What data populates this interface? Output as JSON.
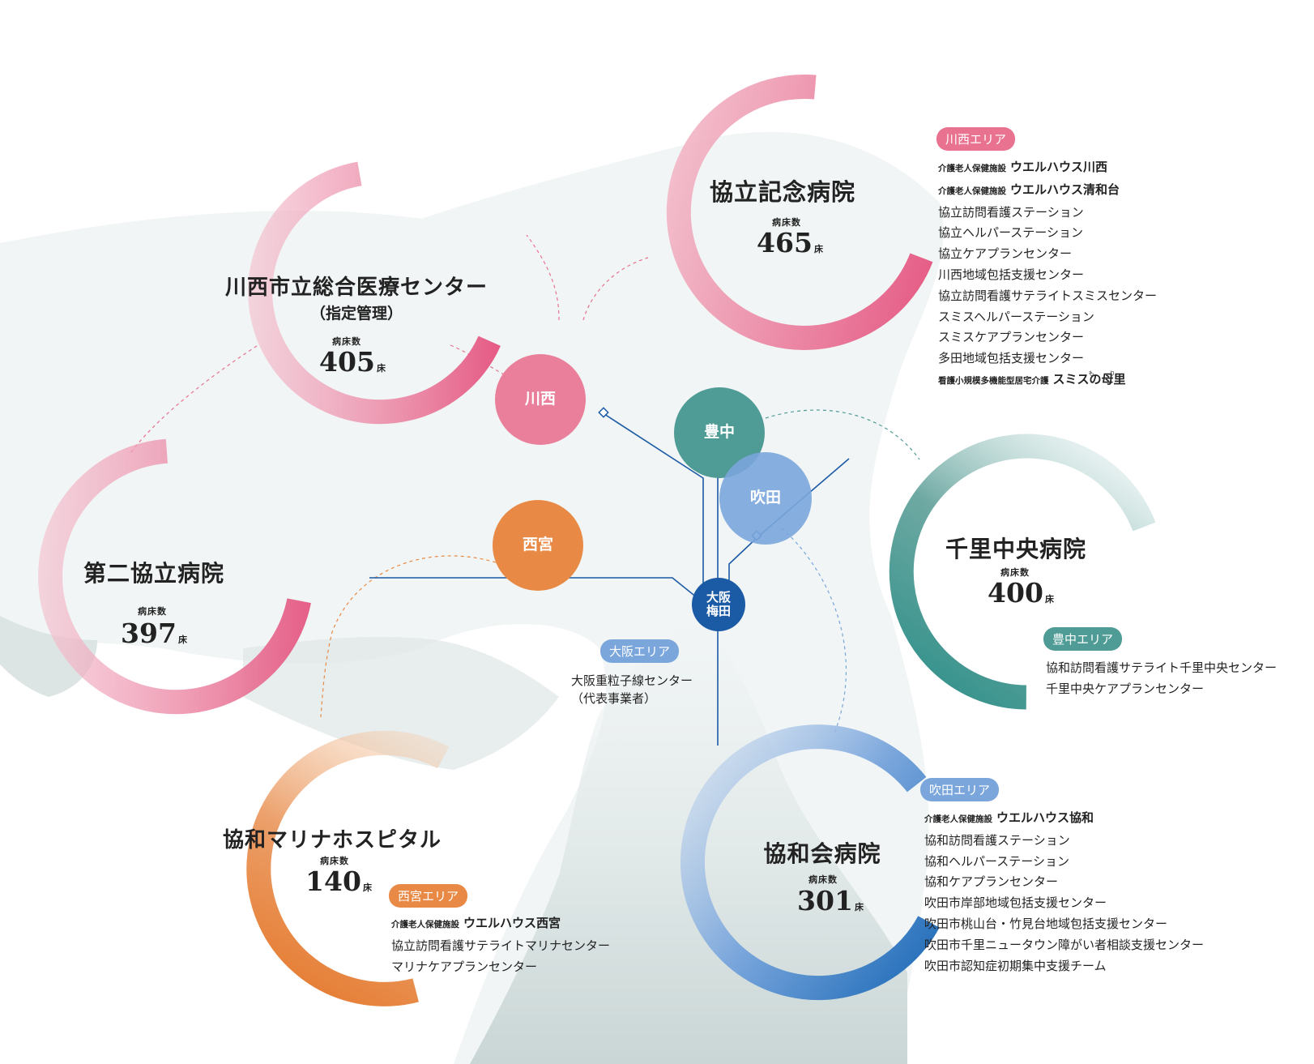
{
  "hospitals": {
    "kyoritsu_kinen": {
      "name": "協立記念病院",
      "beds_label": "病床数",
      "beds": "465",
      "unit": "床"
    },
    "kawanishi_city": {
      "name": "川西市立総合医療センター",
      "sub": "（指定管理）",
      "beds_label": "病床数",
      "beds": "405",
      "unit": "床"
    },
    "daini_kyoritsu": {
      "name": "第二協立病院",
      "beds_label": "病床数",
      "beds": "397",
      "unit": "床"
    },
    "senri_chuo": {
      "name": "千里中央病院",
      "beds_label": "病床数",
      "beds": "400",
      "unit": "床"
    },
    "kyowa_marina": {
      "name": "協和マリナホスピタル",
      "beds_label": "病床数",
      "beds": "140",
      "unit": "床"
    },
    "kyowakai": {
      "name": "協和会病院",
      "beds_label": "病床数",
      "beds": "301",
      "unit": "床"
    }
  },
  "nodes": {
    "kawanishi": "川西",
    "toyonaka": "豊中",
    "suita": "吹田",
    "nishinomiya": "西宮",
    "osaka_umeda": "大阪\n梅田"
  },
  "areas": {
    "kawanishi": {
      "tag": "川西エリア",
      "items": [
        {
          "small": "介護老人保健施設",
          "big": "ウエルハウス川西"
        },
        {
          "small": "介護老人保健施設",
          "big": "ウエルハウス清和台"
        },
        {
          "text": "協立訪問看護ステーション"
        },
        {
          "text": "協立ヘルパーステーション"
        },
        {
          "text": "協立ケアプランセンター"
        },
        {
          "text": "川西地域包括支援センター"
        },
        {
          "text": "協立訪問看護サテライトスミスセンター"
        },
        {
          "text": "スミスヘルパーステーション"
        },
        {
          "text": "スミスケアプランセンター"
        },
        {
          "text": "多田地域包括支援センター"
        },
        {
          "small": "看護小規模多機能型居宅介護",
          "big": "スミスの母里",
          "ruby": [
            "も",
            "り"
          ]
        }
      ]
    },
    "toyonaka": {
      "tag": "豊中エリア",
      "items": [
        {
          "text": "協和訪問看護サテライト千里中央センター"
        },
        {
          "text": "千里中央ケアプランセンター"
        }
      ]
    },
    "suita": {
      "tag": "吹田エリア",
      "items": [
        {
          "small": "介護老人保健施設",
          "big": "ウエルハウス協和"
        },
        {
          "text": "協和訪問看護ステーション"
        },
        {
          "text": "協和ヘルパーステーション"
        },
        {
          "text": "協和ケアプランセンター"
        },
        {
          "text": "吹田市岸部地域包括支援センター"
        },
        {
          "text": "吹田市桃山台・竹見台地域包括支援センター"
        },
        {
          "text": "吹田市千里ニュータウン障がい者相談支援センター"
        },
        {
          "text": "吹田市認知症初期集中支援チーム"
        }
      ]
    },
    "nishinomiya": {
      "tag": "西宮エリア",
      "items": [
        {
          "small": "介護老人保健施設",
          "big": "ウエルハウス西宮"
        },
        {
          "text": "協立訪問看護サテライトマリナセンター"
        },
        {
          "text": "マリナケアプランセンター"
        }
      ]
    },
    "osaka": {
      "tag": "大阪エリア",
      "items": [
        {
          "text": "大阪重粒子線センター"
        },
        {
          "text": "（代表事業者）"
        }
      ]
    }
  },
  "colors": {
    "pink": "#e8728f",
    "pink_dark": "#e55a84",
    "teal": "#4f9b95",
    "blue": "#7aa6dc",
    "blue_dark": "#1e6bb8",
    "orange": "#e88a45",
    "navy": "#1b5aa5"
  }
}
